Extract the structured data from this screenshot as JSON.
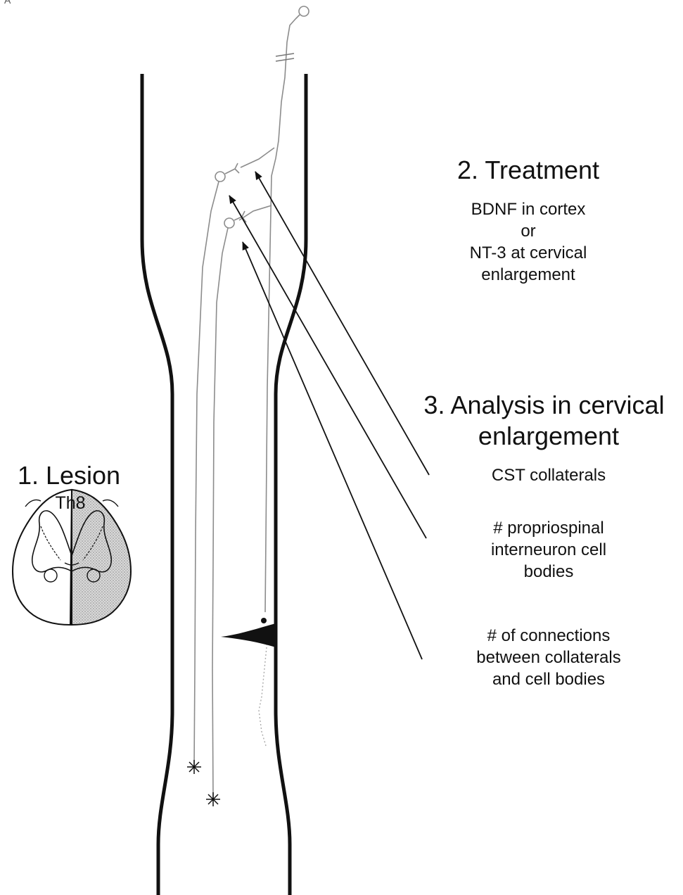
{
  "corner_mark": "A",
  "lesion": {
    "title": "1. Lesion",
    "level": "Th8"
  },
  "treatment": {
    "title": "2. Treatment",
    "lines": [
      "BDNF in cortex",
      "or",
      "NT-3 at cervical",
      "enlargement"
    ]
  },
  "analysis": {
    "title_line1": "3. Analysis in cervical",
    "title_line2": "enlargement",
    "items": [
      {
        "lines": [
          "CST collaterals"
        ]
      },
      {
        "lines": [
          "# propriospinal",
          "interneuron cell",
          "bodies"
        ]
      },
      {
        "lines": [
          "# of connections",
          "between collaterals",
          "and cell bodies"
        ]
      }
    ]
  },
  "colors": {
    "ink": "#111111",
    "axon": "#999999",
    "section_fill": "#d2d2d2"
  }
}
